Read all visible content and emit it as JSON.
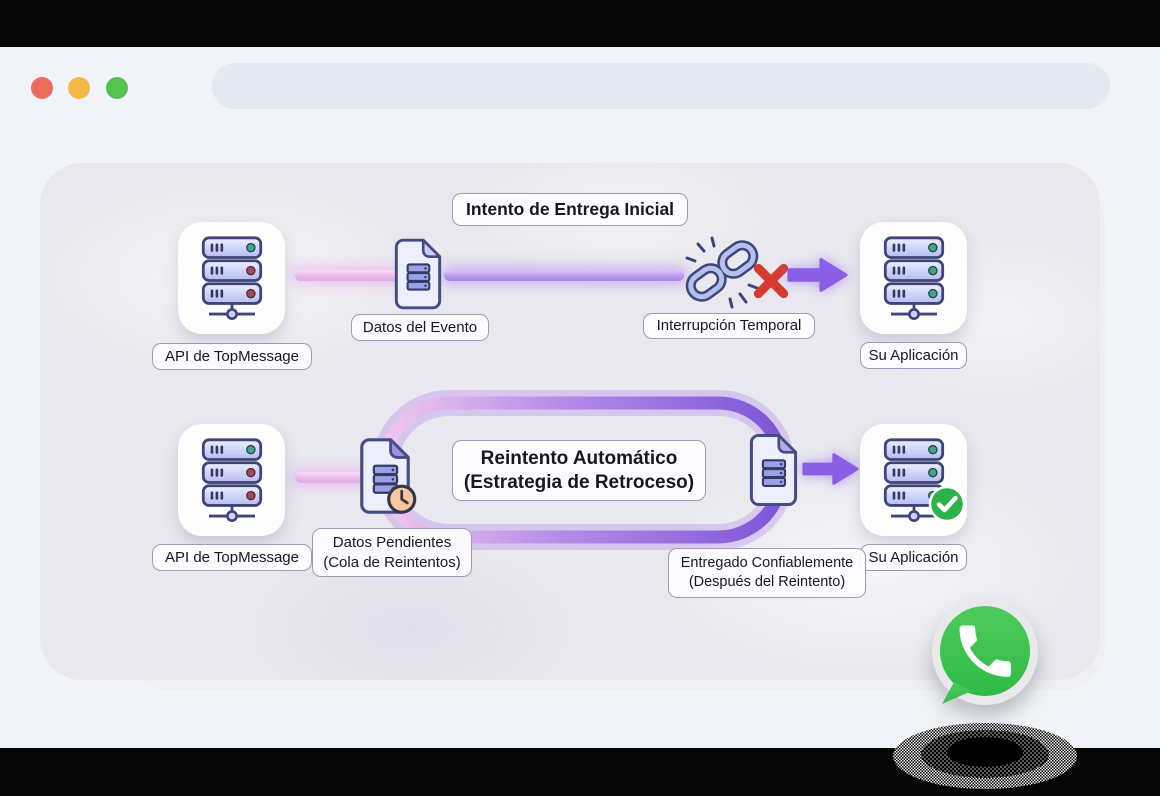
{
  "window": {
    "controls": [
      {
        "role": "close",
        "color": "#ec6a5e"
      },
      {
        "role": "minimize",
        "color": "#f2b94a"
      },
      {
        "role": "zoom",
        "color": "#55c14f"
      }
    ],
    "address_bar": {
      "value": ""
    }
  },
  "diagram": {
    "flow_initial": {
      "title": "Intento de Entrega Inicial",
      "api_label": "API de TopMessage",
      "event_data_label": "Datos del Evento",
      "interruption_label": "Interrupción Temporal",
      "app_label": "Su Aplicación"
    },
    "flow_retry": {
      "api_label": "API de TopMessage",
      "pending_line1": "Datos Pendientes",
      "pending_line2": "(Cola de Reintentos)",
      "retry_line1": "Reintento Automático",
      "retry_line2": "(Estrategia de Retroceso)",
      "delivered_line1": "Entregado Confiablemente",
      "delivered_line2": "(Después del Reintento)",
      "app_label": "Su Aplicación"
    }
  },
  "widgets": {
    "whatsapp_green": "#3cc24e"
  },
  "colors": {
    "beam_pink": "#ecb9ee",
    "beam_purple": "#bd98f1",
    "arrow_purple": "#8a5fe6",
    "loop_gradient_start": "#f1c7ef",
    "loop_gradient_end": "#7e55d8",
    "error_red": "#d63a31",
    "success_green": "#2bb24a",
    "led_green": "#43a38c",
    "led_red": "#a14b5a",
    "panel_bg": "#e8e8ee",
    "page_bg": "#f1f4f8"
  }
}
